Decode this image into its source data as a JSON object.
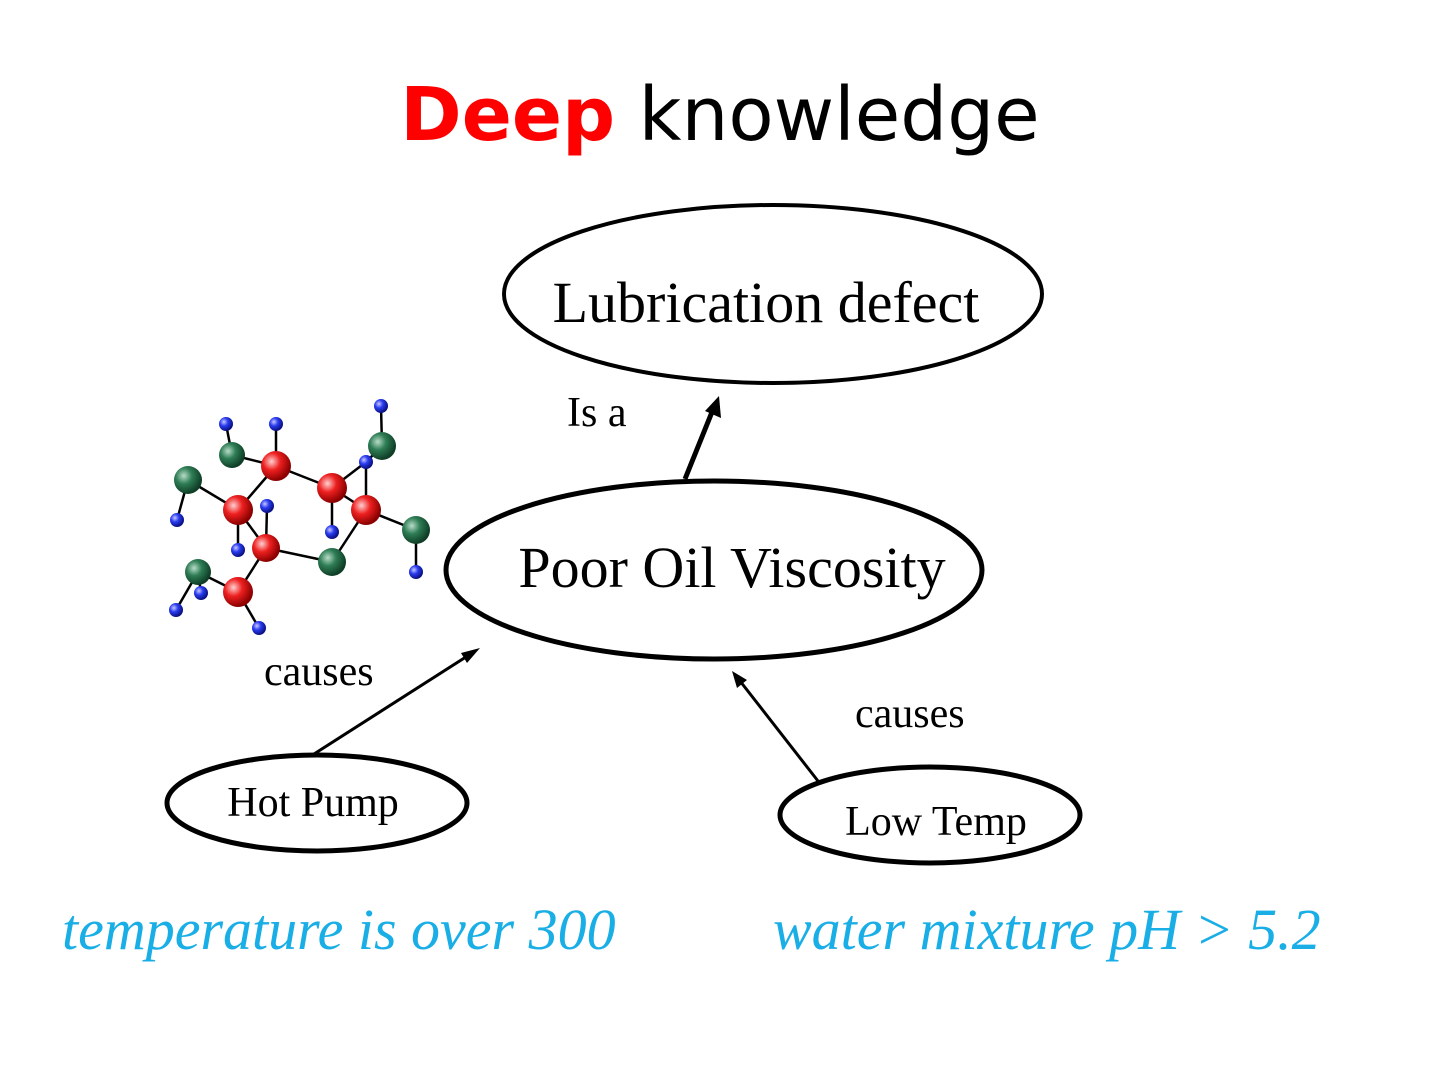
{
  "title": {
    "accent": "Deep",
    "rest": " knowledge",
    "accent_color": "#ff0000"
  },
  "nodes": {
    "lubrication_defect": "Lubrication defect",
    "poor_oil_viscosity": "Poor Oil Viscosity",
    "hot_pump": "Hot Pump",
    "low_temp": "Low Temp"
  },
  "edges": {
    "is_a": "Is a",
    "causes_left": "causes",
    "causes_right": "causes"
  },
  "conditions": {
    "left": "temperature is over 300",
    "right": "water mixture pH > 5.2",
    "color": "#1aaee6"
  },
  "icons": {
    "molecule": "molecule-icon"
  }
}
